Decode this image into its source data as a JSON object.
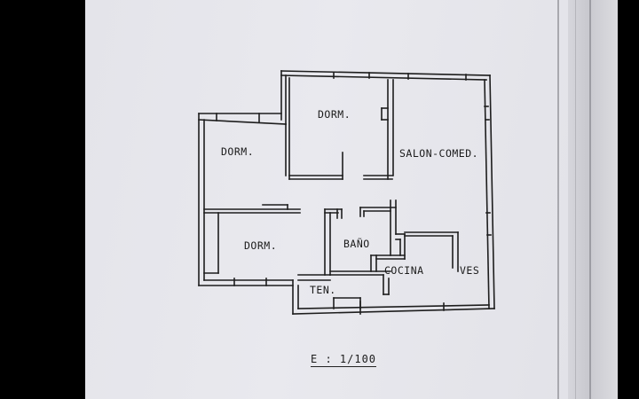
{
  "rooms": {
    "dorm_top": "DORM.",
    "dorm_left": "DORM.",
    "dorm_bottom": "DORM.",
    "salon": "SALON-COMED.",
    "bano": "BAÑO",
    "cocina": "COCINA",
    "ves": "VES",
    "ten": "TEN."
  },
  "scale": "E : 1/100"
}
